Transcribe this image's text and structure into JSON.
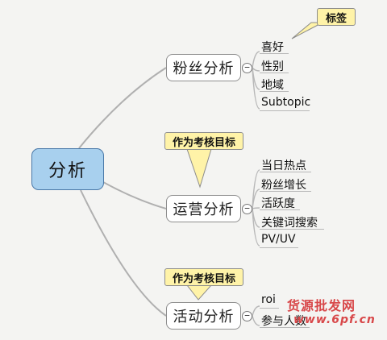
{
  "root": {
    "label": "分析"
  },
  "branches": [
    {
      "label": "粉丝分析",
      "leaves": [
        "喜好",
        "性别",
        "地域",
        "Subtopic"
      ],
      "callout": "标签"
    },
    {
      "label": "运营分析",
      "leaves": [
        "当日热点",
        "粉丝增长",
        "活跃度",
        "关键词搜索",
        "PV/UV"
      ],
      "callout": "作为考核目标"
    },
    {
      "label": "活动分析",
      "leaves": [
        "roi",
        "参与人数"
      ],
      "callout": "作为考核目标"
    }
  ],
  "collapse_symbol": "−",
  "watermark": {
    "text": "货源批发网",
    "url": "www.6pf.cn"
  },
  "colors": {
    "root_fill": "#a8d0ee",
    "callout_fill": "#fff3a8",
    "watermark": "#d8484a"
  }
}
